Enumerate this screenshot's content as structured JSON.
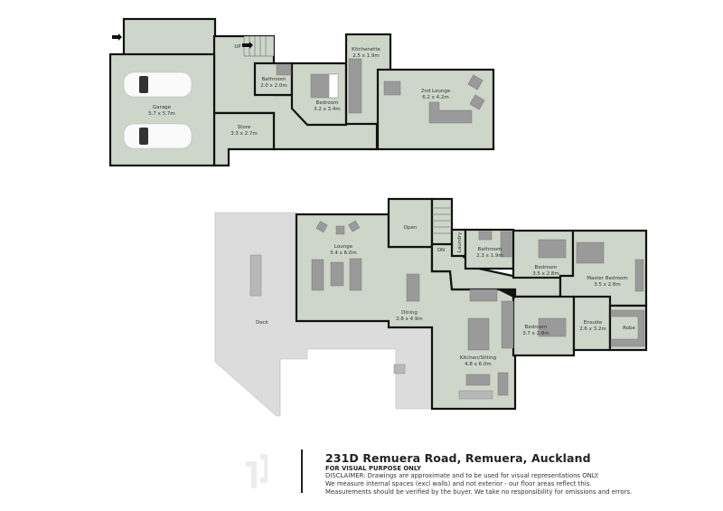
{
  "upper_floor": {
    "rooms": [
      {
        "name": "Garage",
        "dims": "5.7 x 5.7m"
      },
      {
        "name": "Store",
        "dims": "3.3 x 2.7m"
      },
      {
        "name": "Bathroom",
        "dims": "2.0 x 2.0m"
      },
      {
        "name": "Bedroom",
        "dims": "3.2 x 3.4m"
      },
      {
        "name": "Kitchenette",
        "dims": "2.5 x 1.9m"
      },
      {
        "name": "2nd Lounge",
        "dims": "6.2 x 4.2m"
      }
    ],
    "stair_label": "UP"
  },
  "lower_floor": {
    "rooms": [
      {
        "name": "Lounge",
        "dims": "5.4 x 6.0m"
      },
      {
        "name": "Dining",
        "dims": "2.8 x 4.9m"
      },
      {
        "name": "Kitchen/Sitting",
        "dims": "4.8 x 6.0m"
      },
      {
        "name": "Bathroom",
        "dims": "2.3 x 1.9m"
      },
      {
        "name": "Bedroom",
        "dims": "3.5 x 2.8m"
      },
      {
        "name": "Master Bedroom",
        "dims": "3.5 x 2.8m"
      },
      {
        "name": "Bedroom",
        "dims": "3.7 x 2.8m"
      },
      {
        "name": "Ensuite",
        "dims": "2.6 x 3.2m"
      }
    ],
    "deck_label": "Deck",
    "open_label": "Open",
    "laundry_label": "Laundry",
    "robe_label": "Robe",
    "stair_label": "DN"
  },
  "footer": {
    "address": "231D Remuera Road, Remuera, Auckland",
    "subtitle": "FOR VISUAL PURPOSE ONLY",
    "disclaimer": [
      "DISCLAIMER:  Drawings are approximate and to be used for visual representations ONLY.",
      "We measure internal spaces (excl walls) and not exterior - our floor areas reflect this.",
      "Measurements should be verified by the buyer. We take no responsibility for omissions and errors."
    ]
  },
  "colors": {
    "room_fill": "#cdd6c8",
    "deck_fill": "#dcdcdc",
    "wall": "#111111"
  }
}
